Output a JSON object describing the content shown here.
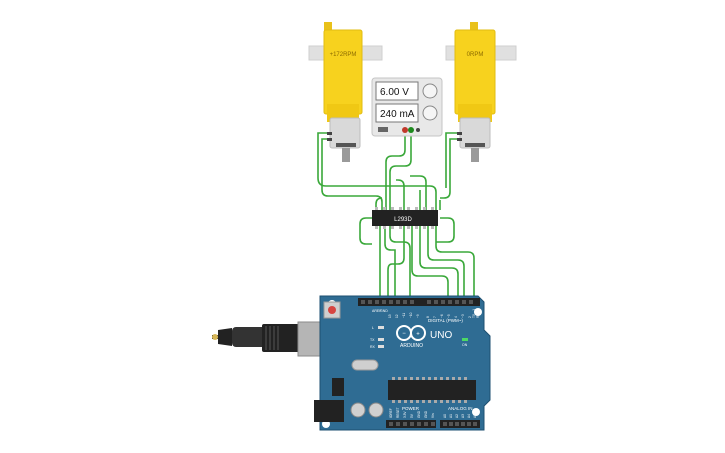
{
  "motor_left": {
    "speed_label": "+172RPM"
  },
  "motor_right": {
    "speed_label": "0RPM"
  },
  "power_supply": {
    "voltage": "6.00 V",
    "current": "240 mA"
  },
  "driver_chip": {
    "label": "L293D"
  },
  "arduino": {
    "brand": "ARDUINO",
    "model": "UNO",
    "digital_label": "DIGITAL (PWM~)",
    "power_label": "POWER",
    "analog_label": "ANALOG IN",
    "aref_label": "AREF",
    "gnd_label": "GND",
    "digital_pins": [
      "13",
      "12",
      "~11",
      "~10",
      "~9",
      "8",
      "7",
      "~6",
      "~5",
      "4",
      "~3",
      "2",
      "TX→1",
      "RX←0"
    ],
    "power_pins": [
      "IOREF",
      "RESET",
      "3.3V",
      "5V",
      "GND",
      "GND",
      "Vin"
    ],
    "analog_pins": [
      "A0",
      "A1",
      "A2",
      "A3",
      "A4",
      "A5"
    ],
    "led_labels": [
      "L",
      "TX",
      "RX"
    ],
    "on_label": "ON"
  },
  "colors": {
    "motor_yellow": "#f7d21e",
    "wire_green": "#3aa83a",
    "board_blue": "#2f6c93",
    "chip_black": "#222222"
  }
}
